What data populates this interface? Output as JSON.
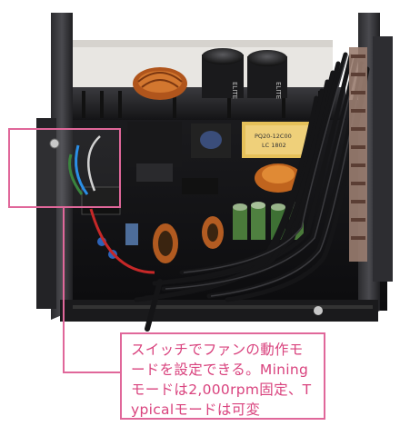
{
  "photo": {
    "subject": "power-supply-interior",
    "highlight_color": "#e0679a"
  },
  "capacitor_labels": {
    "left": "ELITE",
    "right": "ELITE"
  },
  "transformer_label": {
    "line1": "PQ20-12C00",
    "line2": "LC 1802"
  },
  "callout": {
    "text": "スイッチでファンの動作モードを設定できる。Miningモードは2,000rpm固定、Typicalモードは可変",
    "text_color": "#d9437e",
    "border_color": "#e0679a"
  }
}
